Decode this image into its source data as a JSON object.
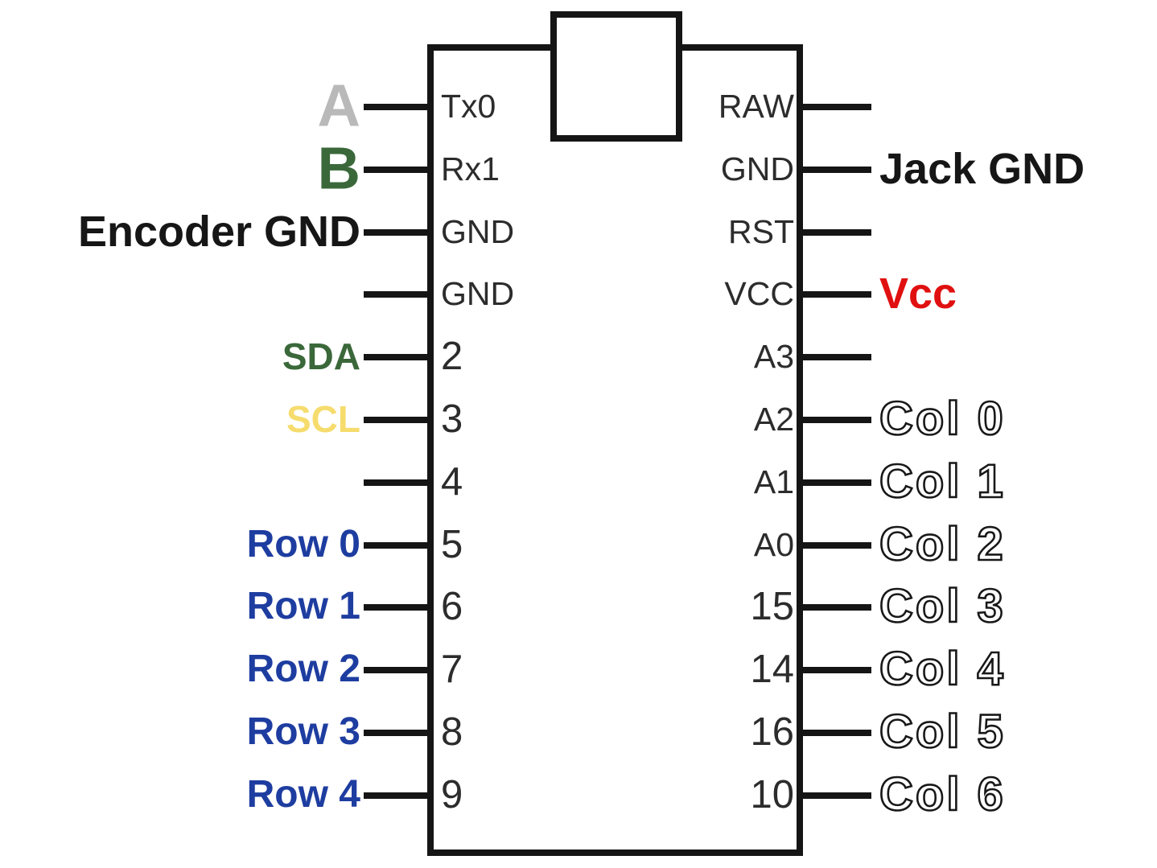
{
  "diagram": {
    "kind": "microcontroller-pinout",
    "colors": {
      "line": "#151515",
      "pin_name_text": "#2c2c2c",
      "label_gray": "#b9b9b9",
      "label_green": "#3a683a",
      "label_yellow": "#f6dc6d",
      "label_blue": "#1e3da0",
      "label_red": "#e01010",
      "label_black": "#161616",
      "label_outline_fill": "#ffffff"
    },
    "pins": {
      "left": [
        {
          "name": "Tx0",
          "label": "A",
          "label_color": "#b9b9b9"
        },
        {
          "name": "Rx1",
          "label": "B",
          "label_color": "#3a683a"
        },
        {
          "name": "GND",
          "label": "Encoder GND",
          "label_color": "#161616"
        },
        {
          "name": "GND",
          "label": ""
        },
        {
          "name": "2",
          "label": "SDA",
          "label_color": "#3a683a"
        },
        {
          "name": "3",
          "label": "SCL",
          "label_color": "#f6dc6d"
        },
        {
          "name": "4",
          "label": ""
        },
        {
          "name": "5",
          "label": "Row 0",
          "label_color": "#1e3da0"
        },
        {
          "name": "6",
          "label": "Row 1",
          "label_color": "#1e3da0"
        },
        {
          "name": "7",
          "label": "Row 2",
          "label_color": "#1e3da0"
        },
        {
          "name": "8",
          "label": "Row 3",
          "label_color": "#1e3da0"
        },
        {
          "name": "9",
          "label": "Row 4",
          "label_color": "#1e3da0"
        }
      ],
      "right": [
        {
          "name": "RAW",
          "label": ""
        },
        {
          "name": "GND",
          "label": "Jack GND",
          "label_color": "#161616"
        },
        {
          "name": "RST",
          "label": ""
        },
        {
          "name": "VCC",
          "label": "Vcc",
          "label_color": "#e01010"
        },
        {
          "name": "A3",
          "label": ""
        },
        {
          "name": "A2",
          "label": "Col 0",
          "label_color": "#ffffff"
        },
        {
          "name": "A1",
          "label": "Col 1",
          "label_color": "#ffffff"
        },
        {
          "name": "A0",
          "label": "Col 2",
          "label_color": "#ffffff"
        },
        {
          "name": "15",
          "label": "Col 3",
          "label_color": "#ffffff"
        },
        {
          "name": "14",
          "label": "Col 4",
          "label_color": "#ffffff"
        },
        {
          "name": "16",
          "label": "Col 5",
          "label_color": "#ffffff"
        },
        {
          "name": "10",
          "label": "Col 6",
          "label_color": "#ffffff"
        }
      ]
    }
  }
}
